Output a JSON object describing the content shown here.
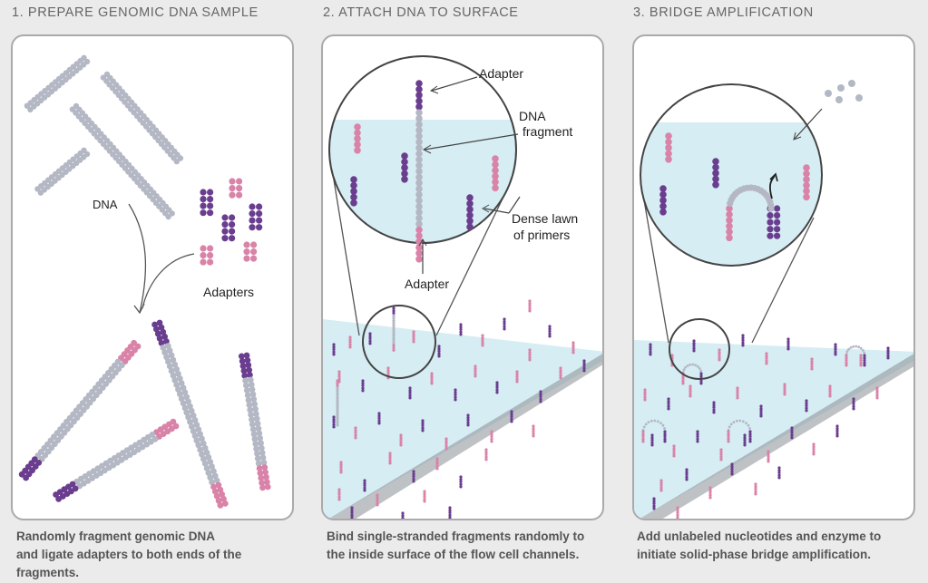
{
  "steps": [
    {
      "title": "1. PREPARE GENOMIC DNA SAMPLE",
      "caption_lines": [
        "Randomly fragment genomic DNA",
        "and ligate adapters to both ends of the",
        "fragments."
      ],
      "labels": {
        "dna": "DNA",
        "adapters": "Adapters"
      }
    },
    {
      "title": "2. ATTACH DNA TO SURFACE",
      "caption_lines": [
        "Bind single-stranded fragments randomly to",
        "the inside surface of the flow cell channels."
      ],
      "labels": {
        "adapter_top": "Adapter",
        "dna_fragment_1": "DNA",
        "dna_fragment_2": "fragment",
        "lawn_1": "Dense lawn",
        "lawn_2": "of primers",
        "adapter_bottom": "Adapter"
      }
    },
    {
      "title": "3. BRIDGE AMPLIFICATION",
      "caption_lines": [
        "Add unlabeled nucleotides and enzyme to",
        "initiate solid-phase bridge amplification."
      ]
    }
  ],
  "colors": {
    "dna_gray": "#b4b8c4",
    "adapter_purple": "#6a3d8f",
    "adapter_pink": "#d983a8",
    "flowcell_blue": "#d6edf3",
    "panel_border": "#aaaaaa"
  }
}
